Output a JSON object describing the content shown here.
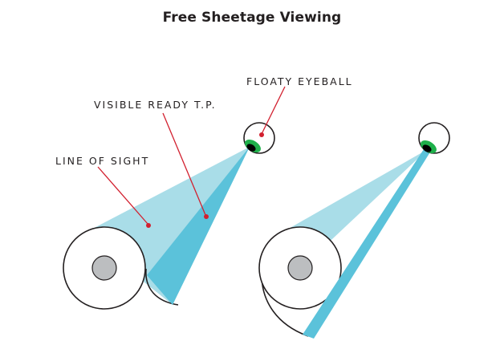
{
  "title": "Free Sheetage Viewing",
  "labels": {
    "floaty_eyeball": "FLOATY EYEBALL",
    "visible_ready_tp": "VISIBLE READY T.P.",
    "line_of_sight": "LINE OF SIGHT"
  },
  "colors": {
    "sight_cone_light": "#a9dde8",
    "sight_strip_dark": "#5bc2da",
    "iris_green": "#1eb04a",
    "pupil": "#000000",
    "leader_line": "#d2202f",
    "outline": "#231f20",
    "roll_core": "#bcbec0"
  }
}
